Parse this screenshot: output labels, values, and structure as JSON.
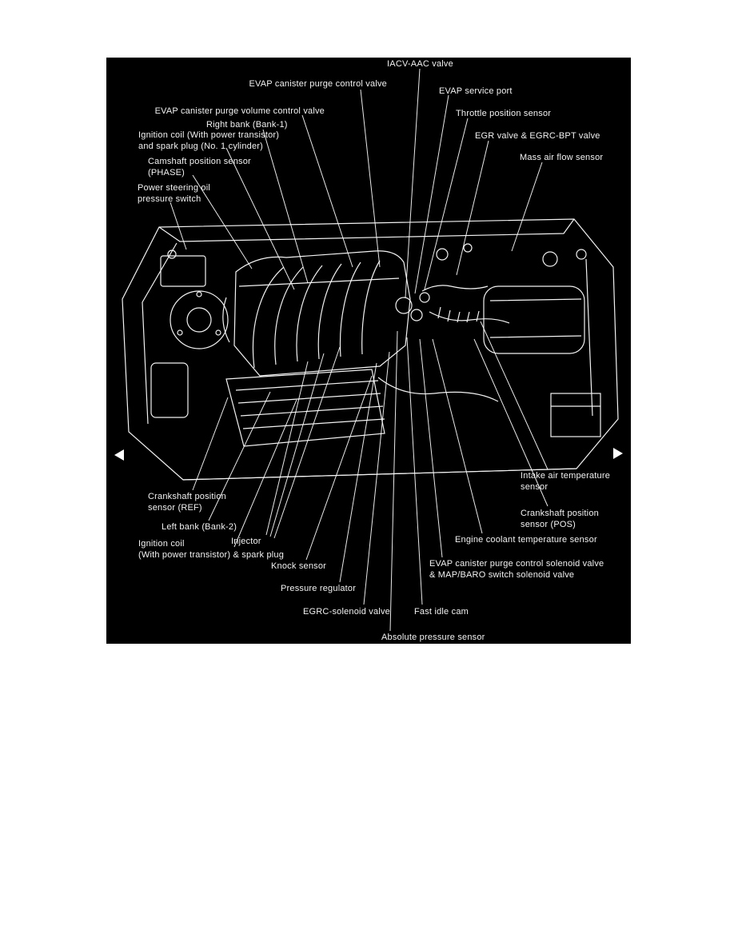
{
  "diagram": {
    "background": "#000000",
    "line_color": "#ffffff"
  },
  "labels": [
    {
      "id": "iacv-aac-valve",
      "text": "IACV-AAC valve"
    },
    {
      "id": "evap-purge-control-valve",
      "text": "EVAP canister purge control valve"
    },
    {
      "id": "evap-service-port",
      "text": "EVAP service port"
    },
    {
      "id": "evap-purge-volume-valve",
      "text": "EVAP canister purge volume control valve"
    },
    {
      "id": "throttle-position-sensor",
      "text": "Throttle position sensor"
    },
    {
      "id": "right-bank",
      "text": "Right bank (Bank-1)"
    },
    {
      "id": "egr-valve-egrc-bpt-valve",
      "text": "EGR valve & EGRC-BPT valve"
    },
    {
      "id": "ignition-coil-no1",
      "text": "Ignition coil (With power transistor)\nand spark plug (No. 1 cylinder)"
    },
    {
      "id": "mass-air-flow-sensor",
      "text": "Mass air flow sensor"
    },
    {
      "id": "camshaft-position-sensor",
      "text": "Camshaft position sensor\n(PHASE)"
    },
    {
      "id": "power-steering-switch",
      "text": "Power steering oil\npressure switch"
    },
    {
      "id": "intake-air-temp-sensor",
      "text": "Intake air temperature\nsensor"
    },
    {
      "id": "crankshaft-position-ref",
      "text": "Crankshaft position\nsensor (REF)"
    },
    {
      "id": "crankshaft-position-pos",
      "text": "Crankshaft position\nsensor (POS)"
    },
    {
      "id": "left-bank",
      "text": "Left bank (Bank-2)"
    },
    {
      "id": "injector",
      "text": "Injector"
    },
    {
      "id": "engine-coolant-temp-sensor",
      "text": "Engine coolant temperature sensor"
    },
    {
      "id": "ignition-coil-spark-plug",
      "text": "Ignition coil\n(With power transistor) & spark plug"
    },
    {
      "id": "knock-sensor",
      "text": "Knock sensor"
    },
    {
      "id": "evap-purge-solenoid-valve",
      "text": "EVAP canister purge control solenoid valve\n& MAP/BARO switch solenoid valve"
    },
    {
      "id": "pressure-regulator",
      "text": "Pressure regulator"
    },
    {
      "id": "egrc-solenoid-valve",
      "text": "EGRC-solenoid valve"
    },
    {
      "id": "fast-idle-cam",
      "text": "Fast idle cam"
    },
    {
      "id": "absolute-pressure-sensor",
      "text": "Absolute pressure sensor"
    }
  ]
}
